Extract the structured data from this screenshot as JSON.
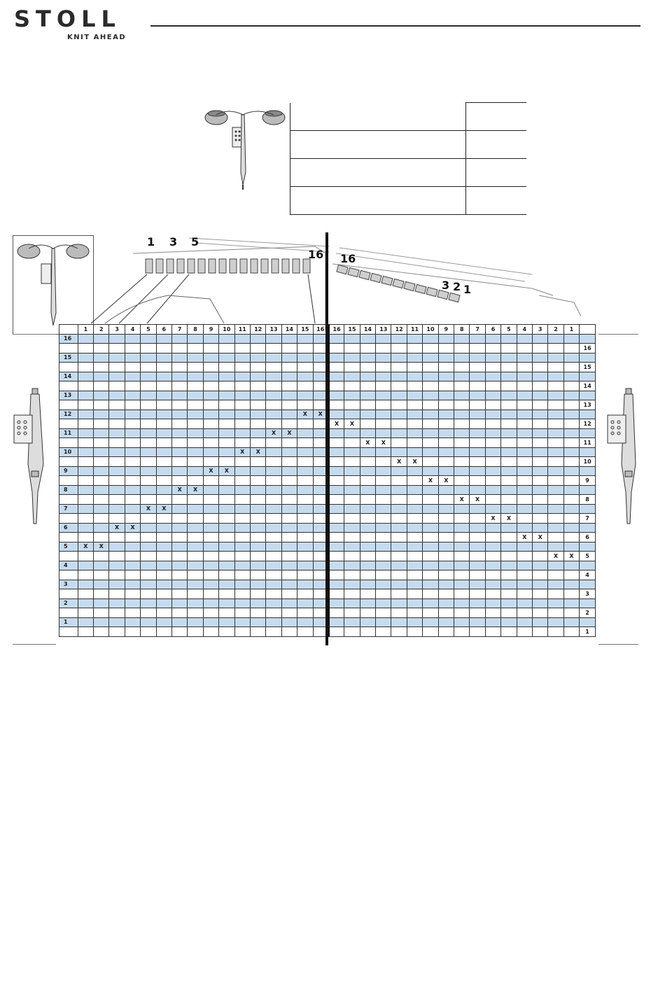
{
  "brand": {
    "name": "STOLL",
    "tagline": "KNIT AHEAD"
  },
  "callouts": {
    "left": [
      "1",
      "3",
      "5",
      "16"
    ],
    "right": [
      "16",
      "3",
      "2",
      "1"
    ]
  },
  "grid": {
    "left_columns": [
      "1",
      "2",
      "3",
      "4",
      "5",
      "6",
      "7",
      "8",
      "9",
      "10",
      "11",
      "12",
      "13",
      "14",
      "15",
      "16"
    ],
    "right_columns": [
      "16",
      "15",
      "14",
      "13",
      "12",
      "11",
      "10",
      "9",
      "8",
      "7",
      "6",
      "5",
      "4",
      "3",
      "2",
      "1"
    ],
    "left_row_labels": [
      "16",
      "15",
      "14",
      "13",
      "12",
      "11",
      "10",
      "9",
      "8",
      "7",
      "6",
      "5",
      "4",
      "3",
      "2",
      "1"
    ],
    "right_row_labels": [
      "16",
      "15",
      "14",
      "13",
      "12",
      "11",
      "10",
      "9",
      "8",
      "7",
      "6",
      "5",
      "4",
      "3",
      "2",
      "1"
    ],
    "mark": "X",
    "left_marks": [
      {
        "row_label": "12",
        "cols": [
          "15",
          "16"
        ]
      },
      {
        "row_label": "11",
        "cols": [
          "13",
          "14"
        ]
      },
      {
        "row_label": "10",
        "cols": [
          "11",
          "12"
        ]
      },
      {
        "row_label": "9",
        "cols": [
          "9",
          "10"
        ]
      },
      {
        "row_label": "8",
        "cols": [
          "7",
          "8"
        ]
      },
      {
        "row_label": "7",
        "cols": [
          "5",
          "6"
        ]
      },
      {
        "row_label": "6",
        "cols": [
          "3",
          "4"
        ]
      },
      {
        "row_label": "5",
        "cols": [
          "1",
          "2"
        ]
      }
    ],
    "right_marks": [
      {
        "row_label": "12",
        "cols": [
          "16",
          "15"
        ]
      },
      {
        "row_label": "11",
        "cols": [
          "14",
          "13"
        ]
      },
      {
        "row_label": "10",
        "cols": [
          "12",
          "11"
        ]
      },
      {
        "row_label": "9",
        "cols": [
          "10",
          "9"
        ]
      },
      {
        "row_label": "8",
        "cols": [
          "8",
          "7"
        ]
      },
      {
        "row_label": "7",
        "cols": [
          "6",
          "5"
        ]
      },
      {
        "row_label": "6",
        "cols": [
          "4",
          "3"
        ]
      },
      {
        "row_label": "5",
        "cols": [
          "2",
          "1"
        ]
      }
    ]
  },
  "colors": {
    "row_blue": "#c6dbee",
    "ink": "#1a1a1a"
  }
}
